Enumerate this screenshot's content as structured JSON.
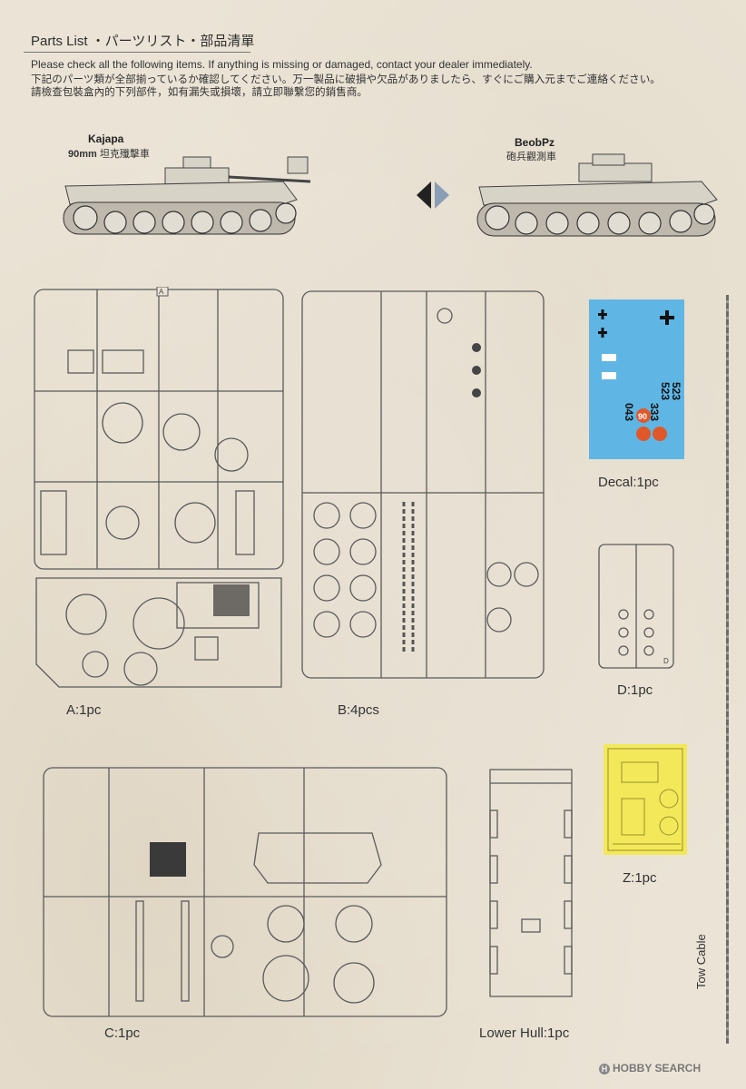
{
  "header": {
    "title": "Parts List ・パーツリスト・部品清單",
    "instruction_en": "Please check all the following items. If anything is missing or damaged, contact your dealer immediately.",
    "instruction_ja": "下記のパーツ類が全部揃っているか確認してください。万一製品に破損や欠品がありましたら、すぐにご購入元までご連絡ください。",
    "instruction_zh": "請檢查包裝盒內的下列部件，如有漏失或損壞，請立即聯繫您的銷售商。"
  },
  "vehicles": {
    "left": {
      "name": "Kajapa",
      "sub_prefix": "90mm",
      "sub": " 坦克殲擊車"
    },
    "right": {
      "name": "BeobPz",
      "sub": "砲兵觀測車"
    }
  },
  "sprues": {
    "a": "A:1pc",
    "b": "B:4pcs",
    "decal": "Decal:1pc",
    "d": "D:1pc",
    "z": "Z:1pc",
    "c": "C:1pc",
    "lower_hull": "Lower Hull:1pc",
    "tow_cable": "Tow Cable"
  },
  "sprue_letters": {
    "a": "A",
    "d": "D"
  },
  "decal_text": {
    "n1": "523",
    "n2": "523",
    "n3": "333",
    "n4": "043",
    "n5": "90"
  },
  "logo": {
    "text": "HOBBY SEARCH"
  },
  "colors": {
    "decal_bg": "#5fb6e4",
    "etch": "#f2e85a",
    "line": "#5a5a5a",
    "paper": "#ebe4d6"
  }
}
